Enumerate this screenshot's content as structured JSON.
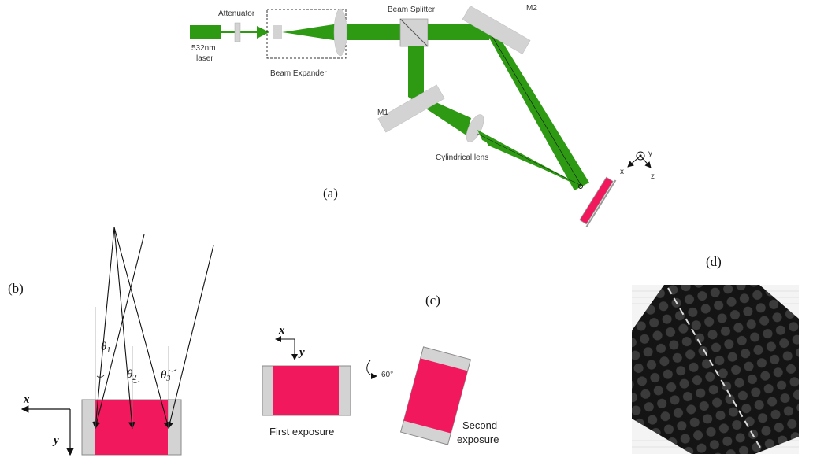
{
  "panel_a": {
    "label": "(a)",
    "laser_label_1": "532nm",
    "laser_label_2": "laser",
    "attenuator": "Attenuator",
    "beam_expander": "Beam Expander",
    "beam_splitter": "Beam Splitter",
    "m1": "M1",
    "m2": "M2",
    "cylindrical_lens": "Cylindrical lens",
    "axis_x": "x",
    "axis_y": "y",
    "axis_z": "z"
  },
  "panel_b": {
    "label": "(b)",
    "axis_x": "x",
    "axis_y": "y",
    "theta1": "θ",
    "theta1_sub": "1",
    "theta2": "θ",
    "theta2_sub": "2",
    "theta3": "θ",
    "theta3_sub": "3"
  },
  "panel_c": {
    "label": "(c)",
    "axis_x": "x",
    "axis_y": "y",
    "rotation": "60°",
    "first_exposure": "First exposure",
    "second_exposure_1": "Second",
    "second_exposure_2": "exposure"
  },
  "panel_d": {
    "label": "(d)"
  },
  "colors": {
    "beam": "#2e9a14",
    "sample": "#f2185e",
    "optic": "#d3d3d3",
    "pattern_bg": "#111111"
  }
}
